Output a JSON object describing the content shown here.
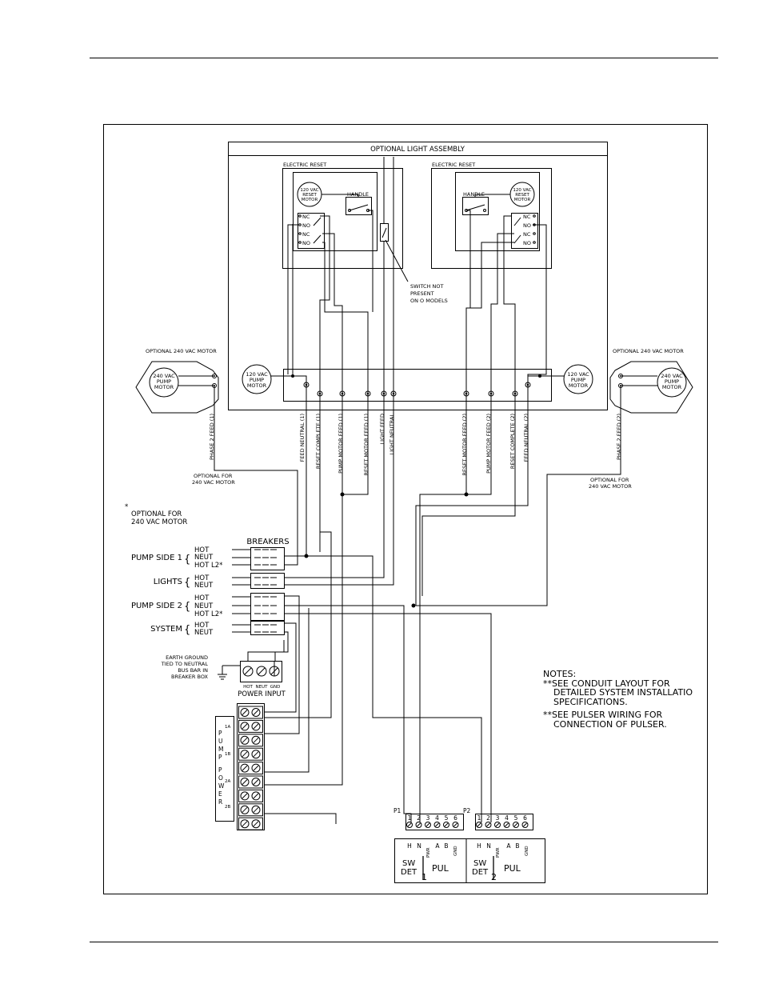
{
  "assembly": {
    "title": "OPTIONAL LIGHT ASSEMBLY",
    "reset_left_title": "ELECTRIC RESET",
    "reset_right_title": "ELECTRIC RESET",
    "reset_motor_line1": "120 VAC",
    "reset_motor_line2": "RESET",
    "reset_motor_line3": "MOTOR",
    "handle": "HANDLE",
    "nc": "NC",
    "no": "NO",
    "switch_note_1": "SWITCH NOT",
    "switch_note_2": "PRESENT",
    "switch_note_3": "ON O MODELS"
  },
  "motors": {
    "optional_label": "OPTIONAL 240 VAC MOTOR",
    "m240_line1": "240 VAC",
    "m120_line1": "120 VAC",
    "line2": "PUMP",
    "line3": "MOTOR"
  },
  "feeds": [
    "PHASE 2 FEED (1)",
    "FEED NEUTRAL (1)",
    "RESET COMPLETE (1)",
    "PUMP MOTOR FEED (1)",
    "RESET MOTOR FEED (1)",
    "LIGHT FEED",
    "LIGHT NEUTRAL",
    "RESET MOTOR FEED (2)",
    "PUMP MOTOR FEED (2)",
    "RESET COMPLETE (2)",
    "FEED NEUTRAL (2)",
    "PHASE 2 FEED (2)"
  ],
  "optional_for_line1": "OPTIONAL FOR",
  "optional_for_line2": "240 VAC MOTOR",
  "asterisk_note": {
    "star": "*",
    "line1": "OPTIONAL FOR",
    "line2": "240 VAC MOTOR"
  },
  "breakers": {
    "title": "BREAKERS",
    "groups": [
      {
        "name": "PUMP SIDE 1",
        "lines": [
          "HOT",
          "NEUT",
          "HOT L2*"
        ]
      },
      {
        "name": "LIGHTS",
        "lines": [
          "HOT",
          "NEUT"
        ]
      },
      {
        "name": "PUMP SIDE 2",
        "lines": [
          "HOT",
          "NEUT",
          "HOT L2*"
        ]
      },
      {
        "name": "SYSTEM",
        "lines": [
          "HOT",
          "NEUT"
        ]
      }
    ]
  },
  "ground": {
    "line1": "EARTH GROUND",
    "line2": "TIED TO NEUTRAL",
    "line3": "BUS BAR IN",
    "line4": "BREAKER BOX"
  },
  "power_input": {
    "title": "POWER INPUT",
    "terminals": [
      "HOT",
      "NEUT",
      "GND"
    ]
  },
  "pump_power": {
    "vertical_letters": [
      "P",
      "U",
      "M",
      "P",
      "",
      "P",
      "O",
      "W",
      "E",
      "R"
    ],
    "tags": [
      "1A",
      "1B",
      "2A",
      "2B"
    ]
  },
  "pcb": {
    "connectors": [
      "P1",
      "P2"
    ],
    "pins": [
      "1",
      "2",
      "3",
      "4",
      "5",
      "6"
    ],
    "h": "H",
    "n": "N",
    "pwr": "PWR",
    "a": "A",
    "b": "B",
    "gnd": "GND",
    "sw": "SW",
    "det": "DET",
    "pul": "PUL",
    "ch1": "1",
    "ch2": "2"
  },
  "notes": {
    "title": "NOTES:",
    "lines": [
      "**SEE CONDUIT LAYOUT FOR",
      "DETAILED SYSTEM INSTALLATIO",
      "SPECIFICATIONS.",
      "**SEE PULSER WIRING FOR",
      "CONNECTION OF PULSER."
    ]
  }
}
